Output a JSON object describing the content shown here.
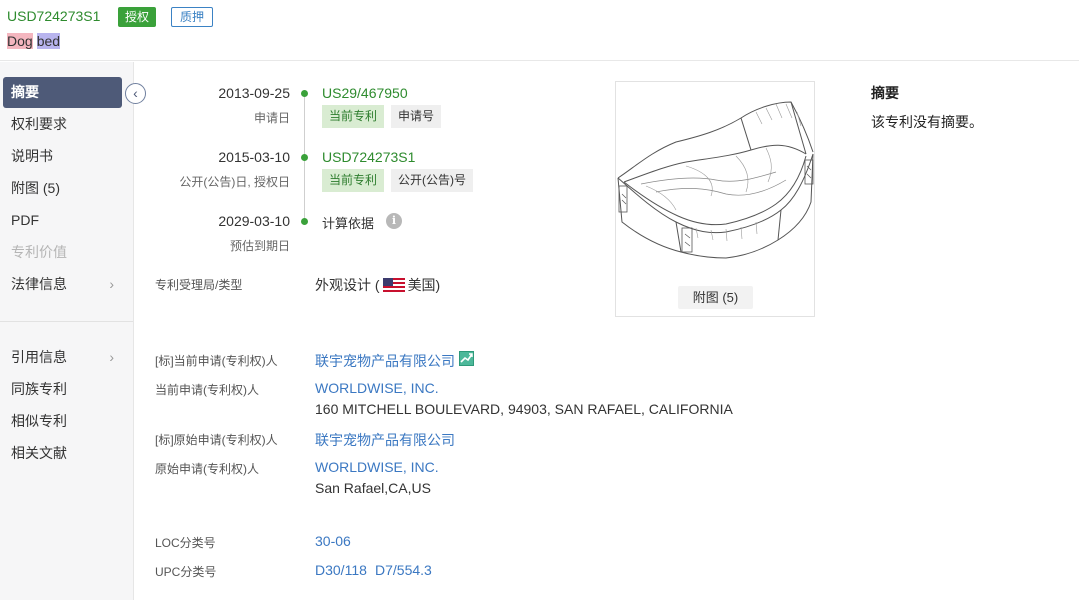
{
  "header": {
    "publication_number": "USD724273S1",
    "badge_granted": "授权",
    "badge_pledge": "质押",
    "title_word1": "Dog",
    "title_word2": "bed"
  },
  "sidebar": {
    "items": [
      {
        "label": "摘要"
      },
      {
        "label": "权利要求"
      },
      {
        "label": "说明书"
      },
      {
        "label": "附图 (5)"
      },
      {
        "label": "PDF"
      },
      {
        "label": "专利价值"
      },
      {
        "label": "法律信息"
      },
      {
        "label": "引用信息"
      },
      {
        "label": "同族专利"
      },
      {
        "label": "相似专利"
      },
      {
        "label": "相关文献"
      }
    ],
    "collapse_icon": "chevron-left-icon"
  },
  "timeline": {
    "application": {
      "date": "2013-09-25",
      "caption": "申请日",
      "number": "US29/467950",
      "tag_current": "当前专利",
      "tag_type": "申请号"
    },
    "publication": {
      "date": "2015-03-10",
      "caption": "公开(公告)日, 授权日",
      "number": "USD724273S1",
      "tag_current": "当前专利",
      "tag_type": "公开(公告)号"
    },
    "expiry": {
      "date": "2029-03-10",
      "caption": "预估到期日",
      "basis": "计算依据",
      "info_icon": "i"
    }
  },
  "fields": {
    "office_type_label": "专利受理局/类型",
    "office_type_prefix": "外观设计 (",
    "office_type_country": "美国)",
    "std_current_applicant_label": "[标]当前申请(专利权)人",
    "std_current_applicant": "联宇宠物产品有限公司",
    "current_applicant_label": "当前申请(专利权)人",
    "current_applicant": "WORLDWISE, INC.",
    "current_applicant_address": "160 MITCHELL BOULEVARD, 94903, SAN RAFAEL, CALIFORNIA",
    "std_original_applicant_label": "[标]原始申请(专利权)人",
    "std_original_applicant": "联宇宠物产品有限公司",
    "original_applicant_label": "原始申请(专利权)人",
    "original_applicant": "WORLDWISE, INC.",
    "original_applicant_address": "San Rafael,CA,US",
    "loc_label": "LOC分类号",
    "loc_value": "30-06",
    "upc_label": "UPC分类号",
    "upc_value1": "D30/118",
    "upc_value2": "D7/554.3"
  },
  "figure": {
    "button_label": "附图 (5)"
  },
  "abstract": {
    "title": "摘要",
    "text": "该专利没有摘要。"
  },
  "colors": {
    "green": "#3aa13a",
    "link_blue": "#3b78c2",
    "sidebar_active": "#4e5a78"
  }
}
